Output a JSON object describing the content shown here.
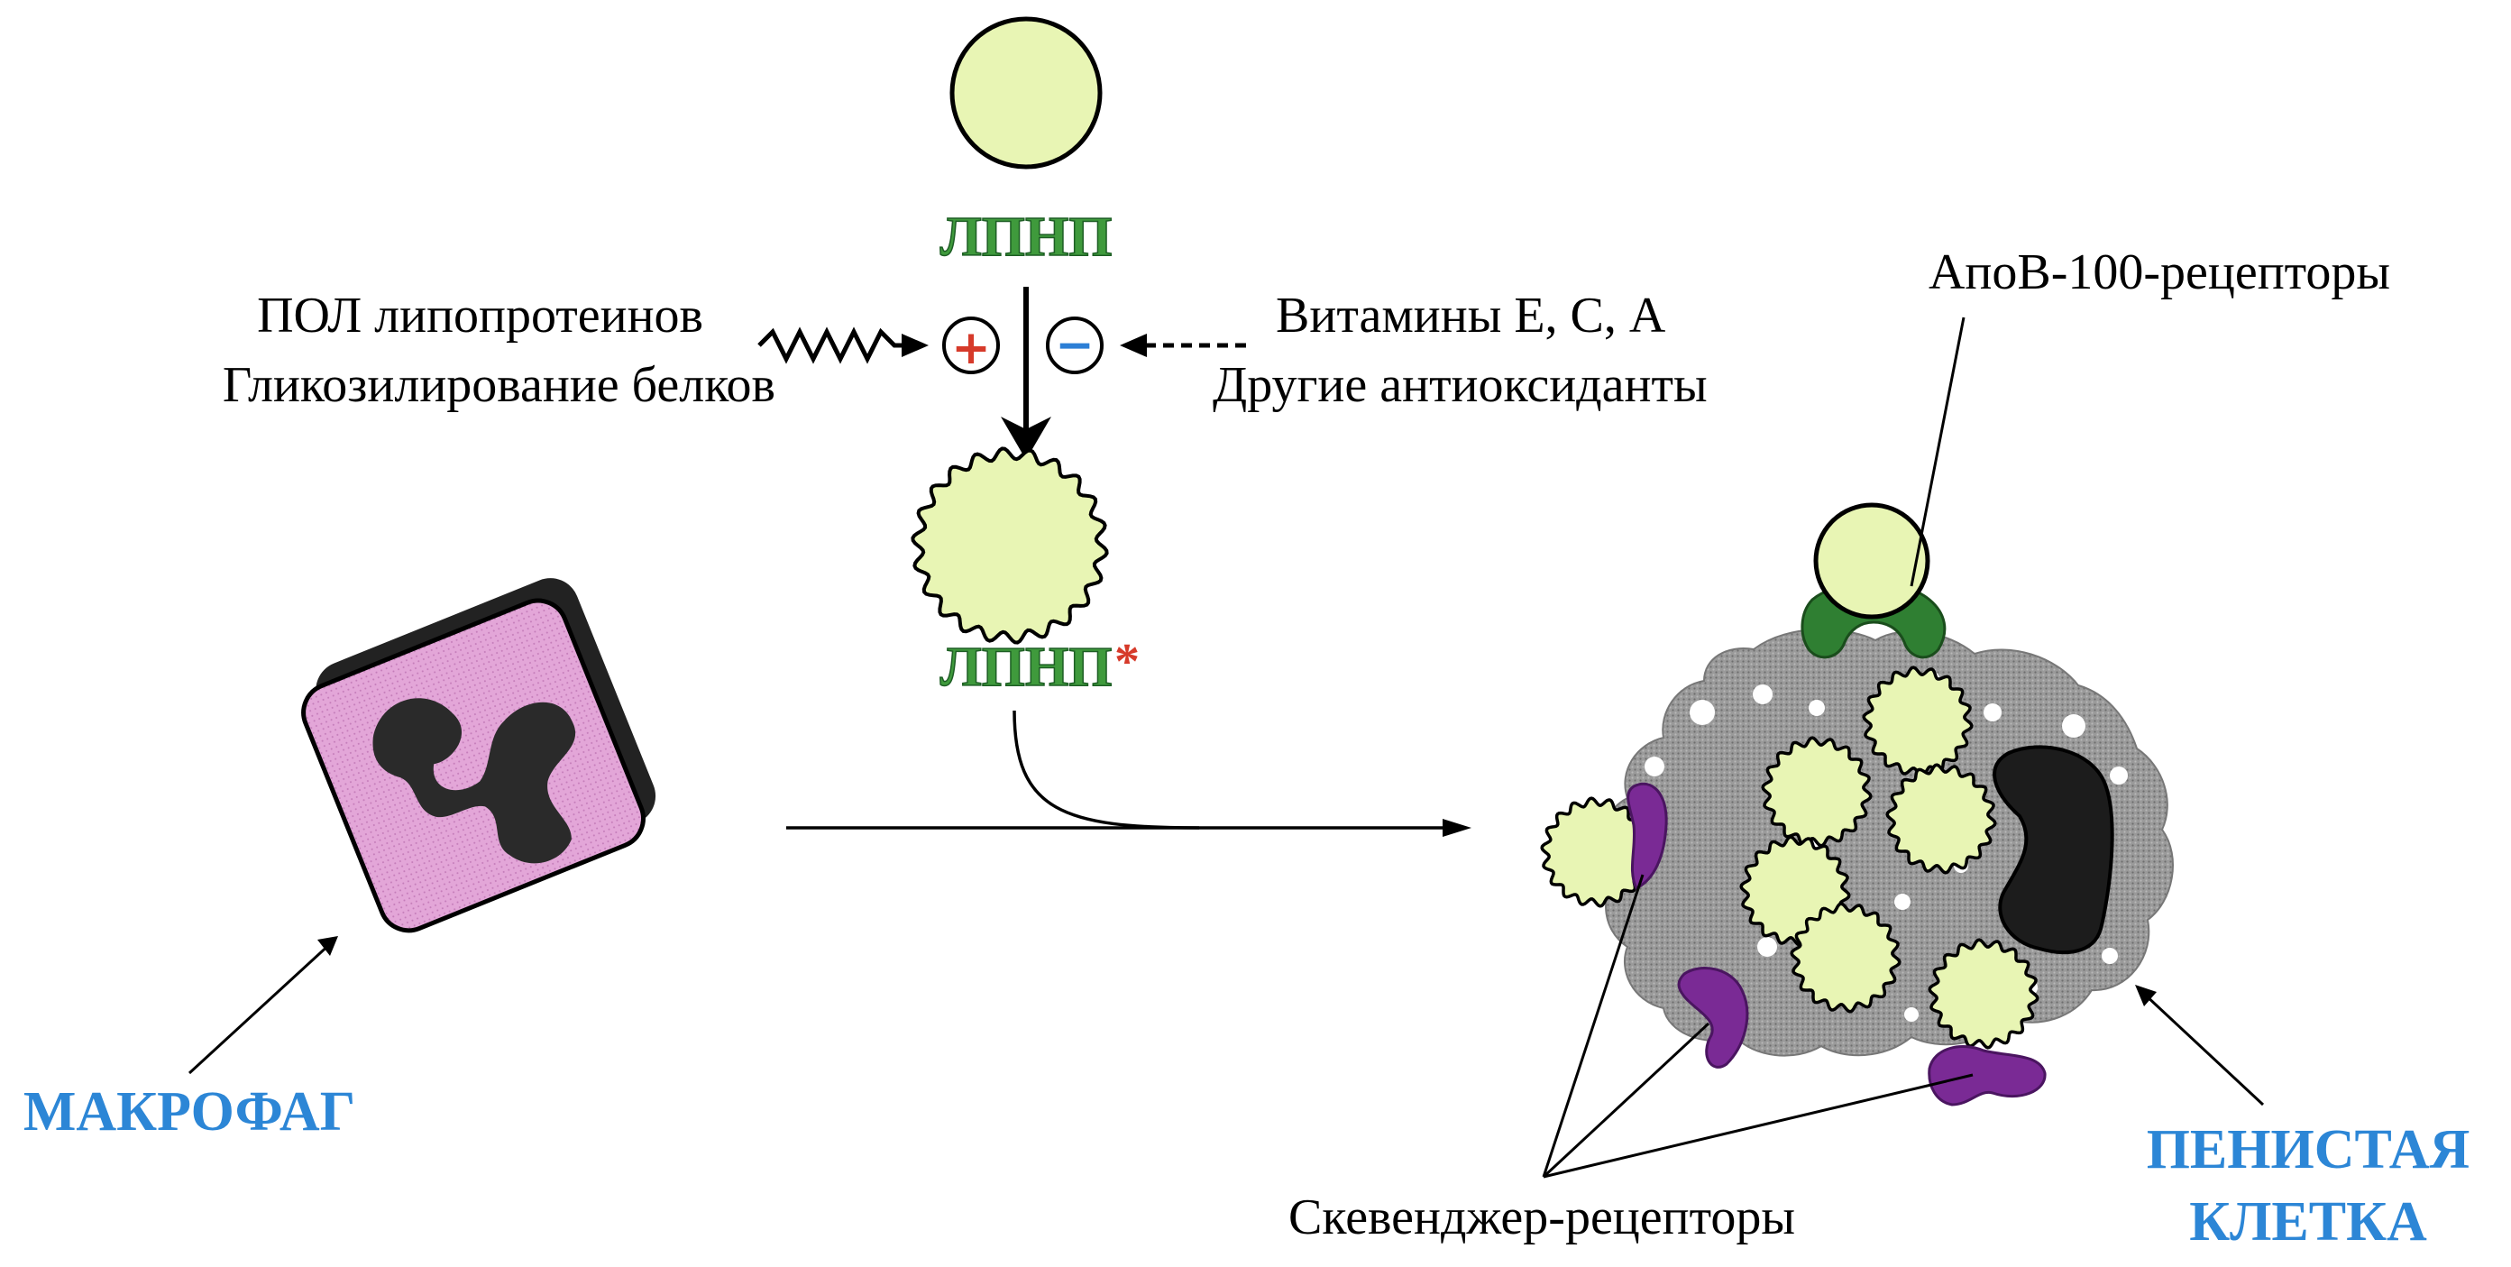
{
  "labels": {
    "ldl": "ЛПНП",
    "ldl_modified": "ЛПНП",
    "ldl_modified_mark": "*",
    "left_factors": [
      "ПОЛ липопротеинов",
      "Гликозилирование белков"
    ],
    "right_factors": [
      "Витамины Е, С, А",
      "Другие антиоксиданты"
    ],
    "plus_sign": "+",
    "minus_sign": "−",
    "apob_receptors": "АпоВ-100-рецепторы",
    "scavenger_receptors": "Скевенджер-рецепторы",
    "macrophage": "МАКРОФАГ",
    "foam_cell_line1": "ПЕНИСТАЯ",
    "foam_cell_line2": "КЛЕТКА"
  },
  "colors": {
    "lipoprotein_fill": "#e8f5b4",
    "macrophage_fill": "#e3a6d8",
    "cell_gray": "#9a9a9a",
    "apob_receptor": "#2f7f32",
    "scavenger_receptor": "#7a2a95",
    "nucleus": "#1c1c1c",
    "green_text": "#3f9a3c",
    "blue_text": "#2c86d6",
    "plus_color": "#d63a2a",
    "minus_color": "#2c7fd6"
  },
  "icons": {
    "lipoprotein": "circle",
    "oxidized_lipoprotein": "wavy-circle",
    "activation": "zigzag-arrow",
    "inhibition": "dashed-arrow"
  }
}
